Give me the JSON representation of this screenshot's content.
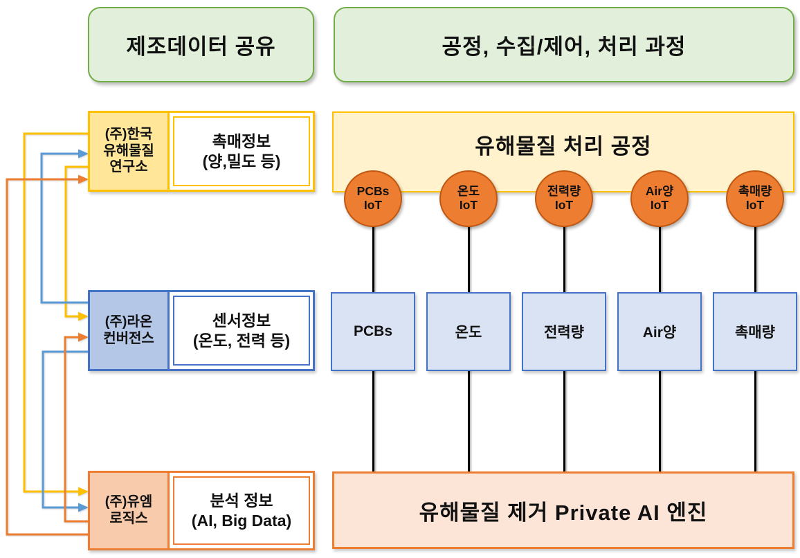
{
  "headers": {
    "left": "제조데이터 공유",
    "right": "공정, 수집/제어, 처리 과정"
  },
  "left_panel": {
    "items": [
      {
        "id": "lab",
        "company_lines": [
          "(주)한국",
          "유해물질",
          "연구소"
        ],
        "info_lines": [
          "촉매정보",
          "(양,밀도 등)"
        ],
        "accent": "#FFC000",
        "fill": "#FFE699"
      },
      {
        "id": "raon",
        "company_lines": [
          "(주)라온",
          "컨버전스"
        ],
        "info_lines": [
          "센서정보",
          "(온도, 전력 등)"
        ],
        "accent": "#4472C4",
        "fill": "#B4C7E7"
      },
      {
        "id": "umlogics",
        "company_lines": [
          "(주)유엠",
          "로직스"
        ],
        "info_lines": [
          "분석 정보",
          "(AI, Big Data)"
        ],
        "accent": "#ED7D31",
        "fill": "#F8CBAD"
      }
    ]
  },
  "process_panel": {
    "title": "유해물질 처리 공정",
    "engine_title": "유해물질 제거 Private AI 엔진",
    "columns": [
      {
        "iot_lines": [
          "PCBs",
          "IoT"
        ],
        "sensor": "PCBs"
      },
      {
        "iot_lines": [
          "온도",
          "IoT"
        ],
        "sensor": "온도"
      },
      {
        "iot_lines": [
          "전력량",
          "IoT"
        ],
        "sensor": "전력량"
      },
      {
        "iot_lines": [
          "Air양",
          "IoT"
        ],
        "sensor": "Air양"
      },
      {
        "iot_lines": [
          "촉매량",
          "IoT"
        ],
        "sensor": "촉매량"
      }
    ]
  },
  "connections": [
    {
      "from": "lab",
      "to": "umlogics",
      "color": "#FFC000"
    },
    {
      "from": "lab",
      "to": "raon",
      "color": "#FFC000"
    },
    {
      "from": "raon",
      "to": "lab",
      "color": "#5B9BD5"
    },
    {
      "from": "raon",
      "to": "umlogics",
      "color": "#5B9BD5"
    },
    {
      "from": "umlogics",
      "to": "raon",
      "color": "#ED7D31"
    },
    {
      "from": "umlogics",
      "to": "lab",
      "color": "#ED7D31"
    }
  ],
  "colors": {
    "header_fill": "#E2EFDA",
    "header_border": "#70AD47",
    "gold": "#FFC000",
    "gold_light": "#FFF2CC",
    "blue_border": "#4472C4",
    "blue_light": "#DAE3F3",
    "orange": "#ED7D31",
    "orange_light": "#FCE4D6",
    "circle_fill": "#ED7D31",
    "circle_border": "#C15811",
    "arrow_blue": "#5B9BD5",
    "connector_black": "#000000"
  }
}
